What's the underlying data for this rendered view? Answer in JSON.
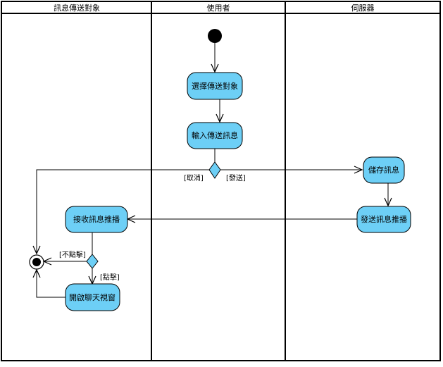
{
  "lanes": [
    {
      "title": "訊息傳送對象"
    },
    {
      "title": "使用者"
    },
    {
      "title": "伺服器"
    }
  ],
  "activities": {
    "select_target": "選擇傳送對象",
    "input_message": "輸入傳送訊息",
    "store_message": "儲存訊息",
    "send_push": "發送訊息推播",
    "receive_push": "接收訊息推播",
    "open_chat": "開啟聊天視窗"
  },
  "guards": {
    "cancel": "[取消]",
    "send": "[發送]",
    "not_click": "[不點擊]",
    "click": "[點擊]"
  },
  "colors": {
    "activity_fill": "#6dcff6",
    "stroke": "#000000",
    "background": "#ffffff"
  }
}
